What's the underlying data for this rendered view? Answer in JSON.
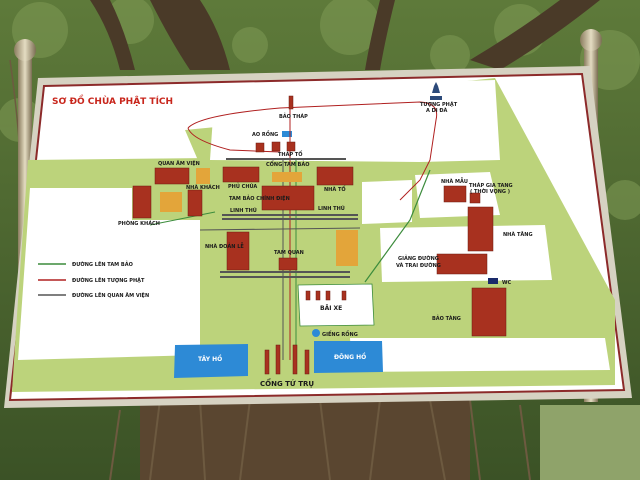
{
  "map": {
    "title": "SƠ ĐỒ CHÙA PHẬT TÍCH",
    "labels": {
      "bao_thap": "BẢO THÁP",
      "tuong_phat": "TƯỢNG PHẬT",
      "a_di_da": "A DI ĐÀ",
      "ao_rong": "AO RỒNG",
      "thap_to": "THÁP TỔ",
      "quan_am_vien": "QUAN ÂM VIỆN",
      "cong_tam_bao": "CỔNG TAM BẢO",
      "nha_khach": "NHÀ KHÁCH",
      "phu_chua": "PHỦ CHÚA",
      "nha_to": "NHÀ TỔ",
      "tam_bao_chinh_dien": "TAM BẢO CHÍNH ĐIỆN",
      "linh_thu": "LINH THÚ",
      "phong_khach": "PHÒNG KHÁCH",
      "nha_doan_le": "NHÀ ĐOẢN LỄ",
      "tam_quan": "TAM QUAN",
      "nha_mau": "NHÀ MẪU",
      "thap_gia_tang": "THÁP GIA TANG",
      "thoi_vong": "( THỜI VỌNG )",
      "nha_tang": "NHÀ TĂNG",
      "giang_duong": "GIẢNG ĐƯỜNG",
      "va_trai_duong": "VÀ TRAI ĐƯỜNG",
      "wc": "WC",
      "bai_xe": "BÃI XE",
      "gieng_rong": "GIẾNG RỒNG",
      "bao_tang": "BẢO TÀNG",
      "tay_ho": "TÂY HỒ",
      "dong_ho": "ĐÔNG HỒ",
      "cong_tu_tru": "CỔNG TỨ TRỤ"
    },
    "legend": [
      {
        "label": "ĐƯỜNG LÊN TAM BẢO",
        "color": "#3c8c3c"
      },
      {
        "label": "ĐƯỜNG LÊN TƯỢNG PHẬT",
        "color": "#b02020"
      },
      {
        "label": "ĐƯỜNG LÊN QUAN ÂM VIỆN",
        "color": "#555555"
      }
    ],
    "colors": {
      "ground": "#bcd37b",
      "road": "#ffffff",
      "building": "#a8311f",
      "building_gold": "#e3a53a",
      "water": "#2d8ad6",
      "frame": "#8c2a2a",
      "path_green": "#3c8c3c",
      "path_red": "#b02020"
    }
  }
}
